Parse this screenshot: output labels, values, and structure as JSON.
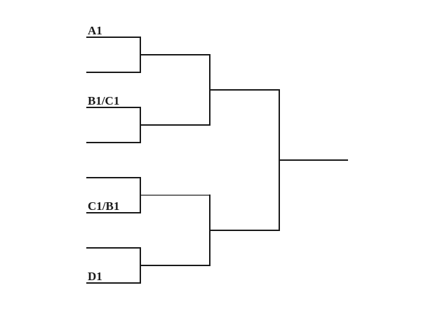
{
  "bracket": {
    "slots": [
      {
        "label": "A1"
      },
      {
        "label": "B1/C1"
      },
      {
        "label": ""
      },
      {
        "label": "C1/B1"
      },
      {
        "label": ""
      },
      {
        "label": "D1"
      }
    ]
  }
}
